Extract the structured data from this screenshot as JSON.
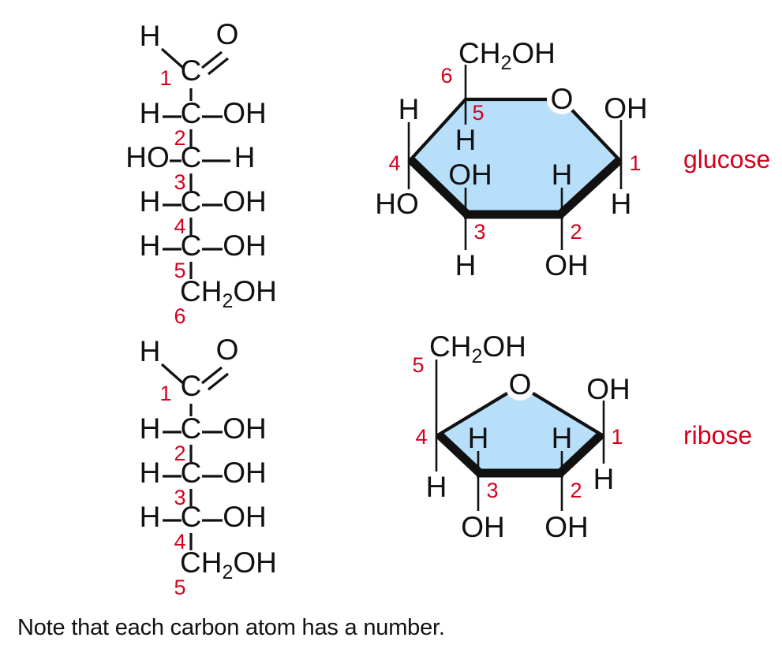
{
  "caption": "Note that each carbon atom has a number.",
  "colors": {
    "ring_fill": "#b8dffa",
    "number_red": "#d6001c",
    "label_red": "#d6001c",
    "bond_black": "#111111",
    "background": "#ffffff"
  },
  "molecules": [
    {
      "name": "glucose",
      "label": "glucose",
      "open_chain": {
        "type": "fischer-projection",
        "carbons": [
          {
            "number": "1",
            "center": "C",
            "top_left_sub": "H",
            "double_bond_to": "O",
            "kind": "aldehyde"
          },
          {
            "number": "2",
            "center": "C",
            "left": "H",
            "right": "OH"
          },
          {
            "number": "3",
            "center": "C",
            "left": "HO",
            "right": "H"
          },
          {
            "number": "4",
            "center": "C",
            "left": "H",
            "right": "OH"
          },
          {
            "number": "5",
            "center": "C",
            "left": "H",
            "right": "OH"
          },
          {
            "number": "6",
            "center": "CH",
            "center_sub": "2",
            "center_tail": "OH",
            "kind": "terminal"
          }
        ]
      },
      "ring": {
        "type": "haworth-pyranose",
        "ring_oxygen": "O",
        "vertices": [
          {
            "number": "1",
            "position": "right",
            "up": "OH",
            "down": "H"
          },
          {
            "number": "2",
            "position": "bottom-right",
            "up": "H",
            "down": "OH"
          },
          {
            "number": "3",
            "position": "bottom-left",
            "up": "OH",
            "down": "H"
          },
          {
            "number": "4",
            "position": "left",
            "up": "H",
            "down": "HO"
          },
          {
            "number": "5",
            "position": "top-left",
            "up": "CH2OH",
            "up_label": "CH",
            "up_sub": "2",
            "up_tail": "OH",
            "up_number": "6",
            "down": "H"
          }
        ]
      }
    },
    {
      "name": "ribose",
      "label": "ribose",
      "open_chain": {
        "type": "fischer-projection",
        "carbons": [
          {
            "number": "1",
            "center": "C",
            "top_left_sub": "H",
            "double_bond_to": "O",
            "kind": "aldehyde"
          },
          {
            "number": "2",
            "center": "C",
            "left": "H",
            "right": "OH"
          },
          {
            "number": "3",
            "center": "C",
            "left": "H",
            "right": "OH"
          },
          {
            "number": "4",
            "center": "C",
            "left": "H",
            "right": "OH"
          },
          {
            "number": "5",
            "center": "CH",
            "center_sub": "2",
            "center_tail": "OH",
            "kind": "terminal"
          }
        ]
      },
      "ring": {
        "type": "haworth-furanose",
        "ring_oxygen": "O",
        "vertices": [
          {
            "number": "1",
            "position": "right",
            "up": "OH",
            "down": "H"
          },
          {
            "number": "2",
            "position": "bottom-right",
            "up": "H",
            "down": "OH"
          },
          {
            "number": "3",
            "position": "bottom-left",
            "up": "H",
            "down": "OH"
          },
          {
            "number": "4",
            "position": "left",
            "up": "CH2OH",
            "up_label": "CH",
            "up_sub": "2",
            "up_tail": "OH",
            "up_number": "5",
            "down": "H"
          }
        ]
      }
    }
  ],
  "text": {
    "H": "H",
    "O": "O",
    "C": "C",
    "OH": "OH",
    "HO": "HO",
    "CH": "CH",
    "sub2": "2"
  }
}
